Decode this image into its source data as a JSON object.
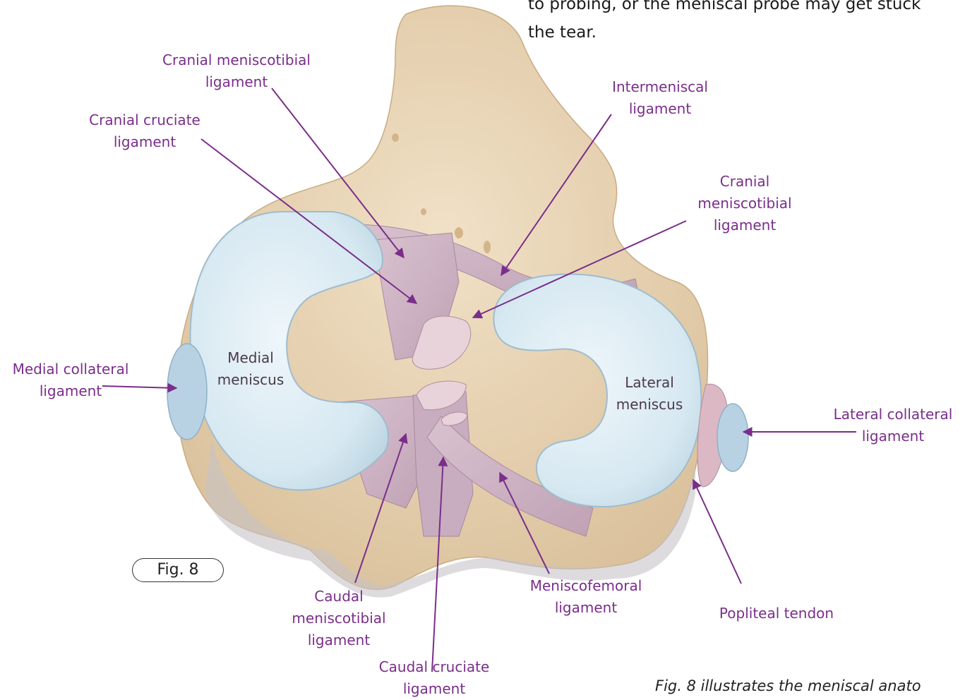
{
  "body_text": {
    "line1": "to probing, or the meniscal probe may get stuck",
    "line2": "the tear."
  },
  "caption": "Fig. 8 illustrates the meniscal anato",
  "figure_badge": "Fig. 8",
  "labels": {
    "cranial_meniscotibial_left": [
      "Cranial meniscotibial",
      "ligament"
    ],
    "cranial_cruciate": [
      "Cranial cruciate",
      "ligament"
    ],
    "intermeniscal": [
      "Intermeniscal",
      "ligament"
    ],
    "cranial_meniscotibial_right": [
      "Cranial",
      "meniscotibial",
      "ligament"
    ],
    "medial_collateral": [
      "Medial collateral",
      "ligament"
    ],
    "medial_meniscus": [
      "Medial",
      "meniscus"
    ],
    "lateral_meniscus": [
      "Lateral",
      "meniscus"
    ],
    "lateral_collateral": [
      "Lateral collateral",
      "ligament"
    ],
    "caudal_meniscotibial": [
      "Caudal",
      "meniscotibial",
      "ligament"
    ],
    "caudal_cruciate": [
      "Caudal cruciate",
      "ligament"
    ],
    "meniscofemoral": [
      "Meniscofemoral",
      "ligament"
    ],
    "popliteal": [
      "Popliteal tendon"
    ]
  },
  "colors": {
    "label": "#7a2e8a",
    "bone": "#ecd7b8",
    "meniscus": "#d8e8f1",
    "ligament": "#cfb5c6"
  }
}
